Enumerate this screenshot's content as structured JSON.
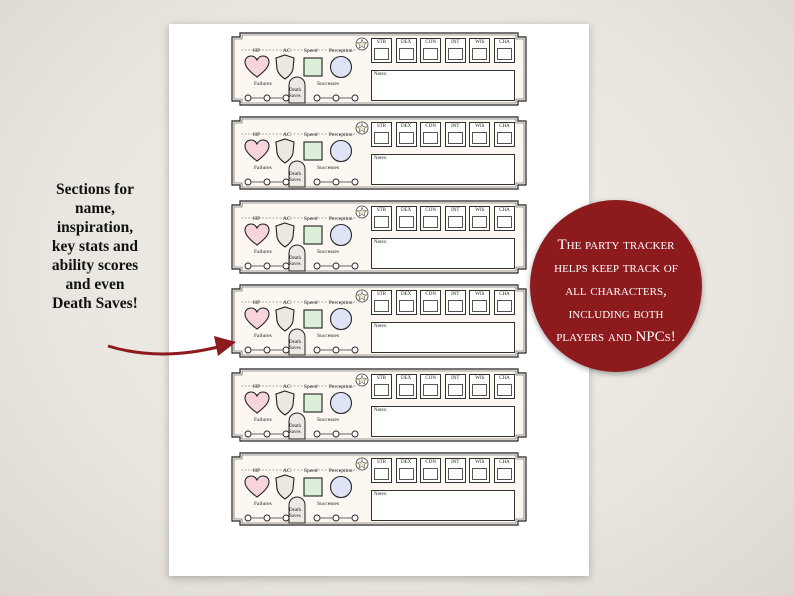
{
  "sidebar_text": {
    "line1": "Sections for",
    "line2": "name,",
    "line3": "inspiration,",
    "line4": "key stats and",
    "line5": "ability scores",
    "line6": "and even",
    "line7": "Death Saves!"
  },
  "badge": {
    "line1": "The party tracker",
    "line2": "helps keep track of",
    "line3": "all characters,",
    "line4": "including both",
    "line5": "players and NPCs!"
  },
  "card": {
    "hp": "HP",
    "ac": "AC",
    "speed": "Speed",
    "perception": "Perception",
    "failures": "Failures",
    "death_1": "Death",
    "death_2": "Saves",
    "successes": "Successes",
    "notes": "Notes:",
    "abilities": [
      "STR",
      "DEX",
      "CON",
      "INT",
      "WIS",
      "CHA"
    ]
  },
  "colors": {
    "badge": "#8d1a1d",
    "heart": "#f6d4dc",
    "shield": "#efe7e1",
    "speed_box": "#dcefd8",
    "perception": "#dfe3f6",
    "card_bg": "#fdf7f2"
  }
}
